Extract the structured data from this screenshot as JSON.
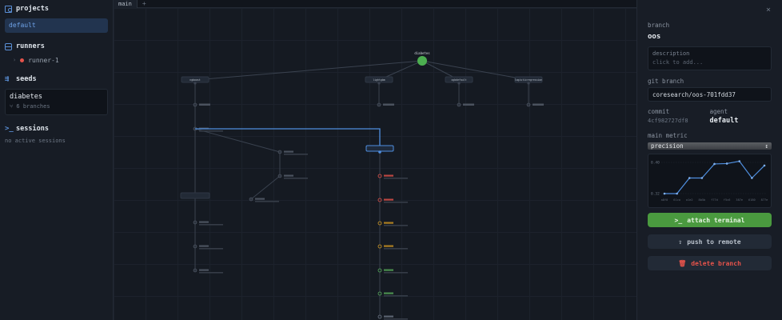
{
  "sidebar": {
    "projects": {
      "title": "projects",
      "icon": "folder-icon",
      "items": [
        {
          "label": "default",
          "selected": true
        }
      ]
    },
    "runners": {
      "title": "runners",
      "icon": "server-icon",
      "items": [
        {
          "label": "runner-1",
          "status": "offline",
          "status_color": "#e5534b"
        }
      ]
    },
    "seeds": {
      "title": "seeds",
      "icon": "seed-icon",
      "items": [
        {
          "name": "diabetes",
          "branches": "6 branches"
        }
      ]
    },
    "sessions": {
      "title": "sessions",
      "icon": "terminal-icon",
      "empty_text": "no active sessions"
    }
  },
  "tabs": {
    "items": [
      {
        "label": "main"
      }
    ],
    "add_label": "+"
  },
  "graph": {
    "root": {
      "label": "diabetes",
      "color": "#4caf50"
    },
    "branches": [
      {
        "label": "ngboost"
      },
      {
        "label": "lightgbm"
      },
      {
        "label": "xgbdefault"
      },
      {
        "label": "logisticregression"
      }
    ],
    "colors": {
      "selected": "#4f8fe0",
      "red": "#e5534b",
      "orange": "#d29922",
      "green": "#57ab5a",
      "gray": "#6c7684"
    }
  },
  "panel": {
    "close_label": "×",
    "branch_label": "branch",
    "branch_value": "oos",
    "description_label": "description",
    "description_placeholder": "click to add...",
    "git_branch_label": "git branch",
    "git_branch_value": "coresearch/oos-701fdd37",
    "commit_label": "commit",
    "commit_value": "4cf982727df8",
    "agent_label": "agent",
    "agent_value": "default",
    "main_metric_label": "main metric",
    "metric_selected": "precision",
    "buttons": {
      "attach": "attach terminal",
      "push": "push to remote",
      "delete": "delete branch"
    },
    "colors": {
      "attach_bg": "#4a9a3f",
      "delete_text": "#e5534b",
      "line": "#4f8fe0"
    }
  },
  "chart_data": {
    "type": "line",
    "title": "",
    "xlabel": "",
    "ylabel": "precision",
    "categories": [
      "a8f0",
      "61ca",
      "a1e2",
      "8b5b",
      "f77d",
      "f5c6",
      "387e",
      "6180",
      "877e"
    ],
    "values": [
      0.32,
      0.32,
      0.36,
      0.36,
      0.396,
      0.397,
      0.403,
      0.36,
      0.392
    ],
    "ylim": [
      0.32,
      0.4
    ],
    "yticks": [
      "0.32",
      "0.40"
    ],
    "grid": true
  }
}
